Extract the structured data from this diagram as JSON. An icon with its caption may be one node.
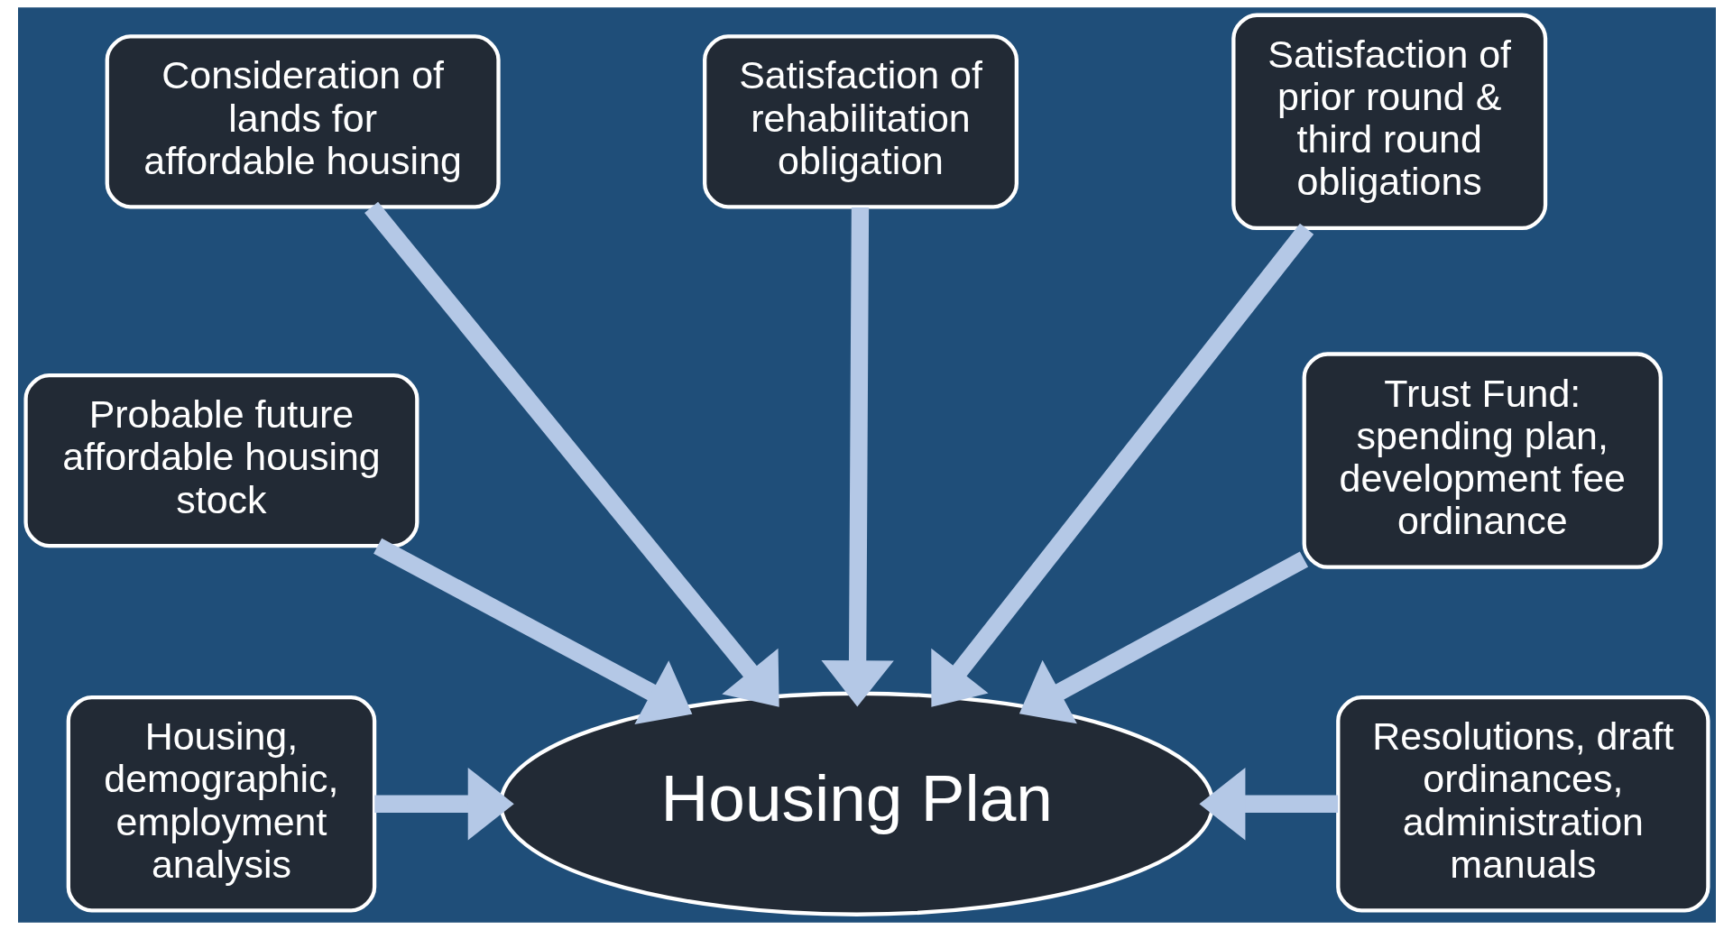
{
  "diagram": {
    "nodes": [
      {
        "text": [
          "Consideration of lands for affordable housing"
        ]
      },
      {
        "text": [
          "Satisfaction of rehabilitation obligation"
        ]
      },
      {
        "text": [
          "Satisfaction of prior round & third round obligations"
        ]
      },
      {
        "text": [
          "Probable future affordable housing stock"
        ]
      },
      {
        "text": [
          "Trust Fund: spending plan, development fee ordinance"
        ]
      },
      {
        "text": [
          "Housing, demographic, employment analysis"
        ]
      },
      {
        "text": [
          "Housing Plan"
        ]
      },
      {
        "text": [
          "Resolutions, draft ordinances, administration manuals"
        ]
      }
    ],
    "edges": [
      {
        "from": 0,
        "to": 6,
        "arrow": "to"
      },
      {
        "from": 1,
        "to": 6,
        "arrow": "to"
      },
      {
        "from": 2,
        "to": 6,
        "arrow": "to"
      },
      {
        "from": 3,
        "to": 6,
        "arrow": "to"
      },
      {
        "from": 4,
        "to": 6,
        "arrow": "to"
      },
      {
        "from": 5,
        "to": 6,
        "arrow": "to"
      },
      {
        "from": 7,
        "to": 6,
        "arrow": "to"
      }
    ]
  }
}
